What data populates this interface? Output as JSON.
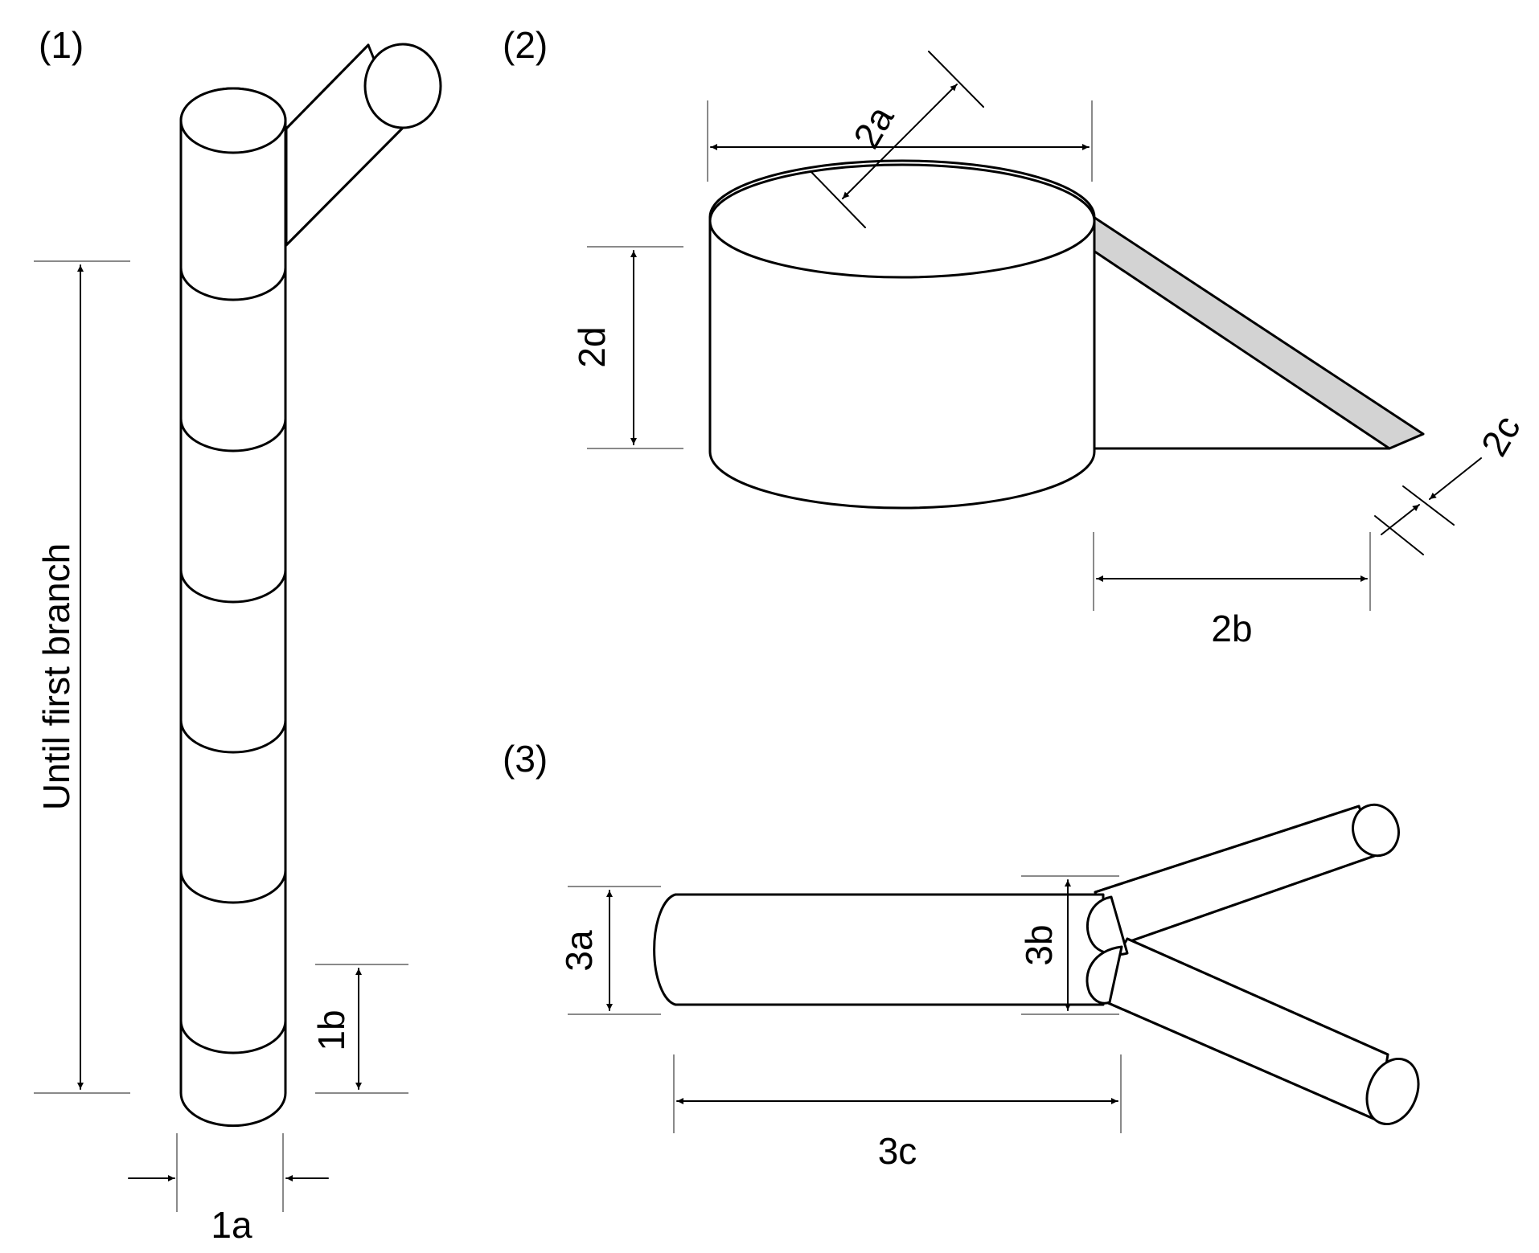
{
  "colors": {
    "background": "#ffffff",
    "line": "#000000",
    "extension_line": "#8a8a8a",
    "shaded_face": "#d3d3d3"
  },
  "panels": {
    "p1": {
      "label": "(1)",
      "dim_1a": "1a",
      "dim_1b": "1b",
      "dim_height": "Until first branch"
    },
    "p2": {
      "label": "(2)",
      "dim_2a": "2a",
      "dim_2b": "2b",
      "dim_2c": "2c",
      "dim_2d": "2d"
    },
    "p3": {
      "label": "(3)",
      "dim_3a": "3a",
      "dim_3b": "3b",
      "dim_3c": "3c"
    }
  }
}
